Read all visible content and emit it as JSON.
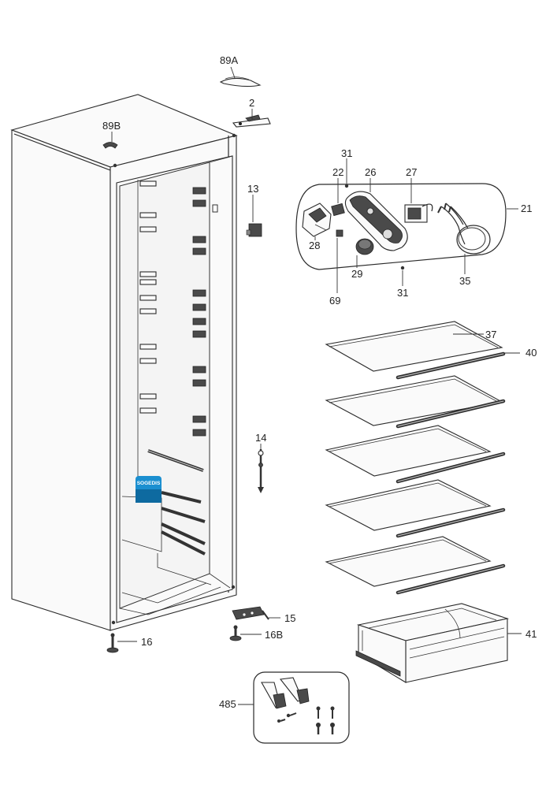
{
  "part_labels": {
    "p89A": "89A",
    "p2": "2",
    "p89B": "89B",
    "p13": "13",
    "p31a": "31",
    "p22": "22",
    "p26": "26",
    "p27": "27",
    "p21": "21",
    "p28": "28",
    "p29": "29",
    "p69": "69",
    "p31b": "31",
    "p35": "35",
    "p37": "37",
    "p40": "40",
    "p14": "14",
    "p15": "15",
    "p16": "16",
    "p16B": "16B",
    "p41": "41",
    "p485": "485"
  },
  "watermark": "SOGEDIS"
}
